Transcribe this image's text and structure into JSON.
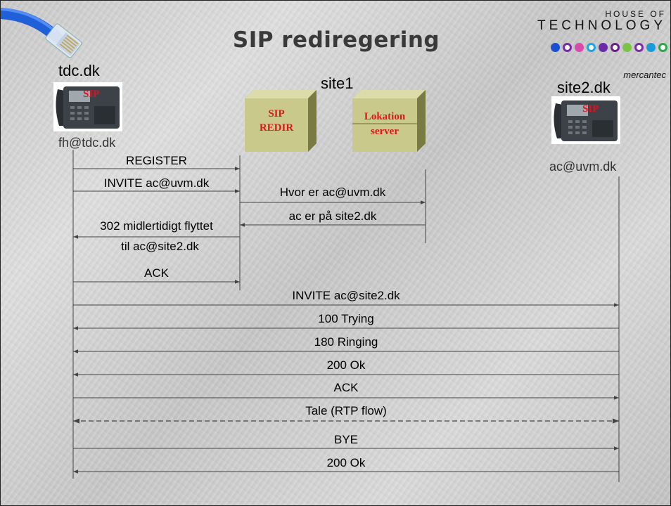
{
  "title": "SIP rediregering",
  "logo": {
    "line1": "HOUSE OF",
    "line2": "TECHNOLOGY",
    "brand": "mercantec",
    "circle_colors": [
      "#1a4fd0",
      "#7a2aa8",
      "#d84ba8",
      "#1aa6e0",
      "#6b2aa8",
      "#6b1e8a",
      "#7bc246",
      "#7a2aa8",
      "#1a9ad8",
      "#2aa84a"
    ]
  },
  "nodes": {
    "left": {
      "site": "tdc.dk",
      "addr": "fh@tdc.dk",
      "sip": "SIP"
    },
    "middle": {
      "site": "site1",
      "redir_line1": "SIP",
      "redir_line2": "REDIR",
      "lok_line1": "Lokation",
      "lok_line2": "server"
    },
    "right": {
      "site": "site2.dk",
      "addr": "ac@uvm.dk",
      "sip": "SIP"
    }
  },
  "messages": [
    {
      "label": "REGISTER",
      "from": "fh@tdc.dk",
      "to": "SIP REDIR"
    },
    {
      "label": "INVITE ac@uvm.dk",
      "from": "fh@tdc.dk",
      "to": "SIP REDIR"
    },
    {
      "label": "Hvor er ac@uvm.dk",
      "from": "SIP REDIR",
      "to": "Lokation server"
    },
    {
      "label": "ac er på site2.dk",
      "from": "Lokation server",
      "to": "SIP REDIR"
    },
    {
      "label": "302 midlertidigt flyttet",
      "label2": "til ac@site2.dk",
      "from": "SIP REDIR",
      "to": "fh@tdc.dk"
    },
    {
      "label": "ACK",
      "from": "fh@tdc.dk",
      "to": "SIP REDIR"
    },
    {
      "label": "INVITE ac@site2.dk",
      "from": "fh@tdc.dk",
      "to": "ac@uvm.dk"
    },
    {
      "label": "100 Trying",
      "from": "ac@uvm.dk",
      "to": "fh@tdc.dk"
    },
    {
      "label": "180 Ringing",
      "from": "ac@uvm.dk",
      "to": "fh@tdc.dk"
    },
    {
      "label": "200 Ok",
      "from": "ac@uvm.dk",
      "to": "fh@tdc.dk"
    },
    {
      "label": "ACK",
      "from": "fh@tdc.dk",
      "to": "ac@uvm.dk"
    },
    {
      "label": "Tale (RTP flow)",
      "from": "fh@tdc.dk",
      "to": "ac@uvm.dk",
      "dashed": true,
      "bidirectional": true
    },
    {
      "label": "BYE",
      "from": "fh@tdc.dk",
      "to": "ac@uvm.dk"
    },
    {
      "label": "200 Ok",
      "from": "ac@uvm.dk",
      "to": "fh@tdc.dk"
    }
  ]
}
